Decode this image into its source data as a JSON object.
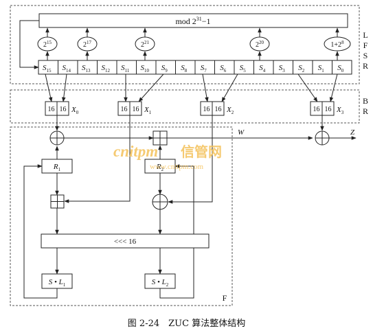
{
  "lfsr": {
    "label_chars": [
      "L",
      "F",
      "S",
      "R"
    ],
    "mod_box": {
      "base": "mod 2",
      "exp": "31",
      "tail": "−1"
    },
    "taps": [
      {
        "base": "2",
        "exp": "15"
      },
      {
        "base": "2",
        "exp": "17"
      },
      {
        "base": "2",
        "exp": "21"
      },
      {
        "base": "2",
        "exp": "20"
      },
      {
        "pre": "1+2",
        "exp": "8"
      }
    ],
    "cells": [
      {
        "name": "S",
        "sub": "15"
      },
      {
        "name": "S",
        "sub": "14"
      },
      {
        "name": "S",
        "sub": "13"
      },
      {
        "name": "S",
        "sub": "12"
      },
      {
        "name": "S",
        "sub": "11"
      },
      {
        "name": "S",
        "sub": "10"
      },
      {
        "name": "S",
        "sub": "9"
      },
      {
        "name": "S",
        "sub": "8"
      },
      {
        "name": "S",
        "sub": "7"
      },
      {
        "name": "S",
        "sub": "6"
      },
      {
        "name": "S",
        "sub": "5"
      },
      {
        "name": "S",
        "sub": "4"
      },
      {
        "name": "S",
        "sub": "3"
      },
      {
        "name": "S",
        "sub": "2"
      },
      {
        "name": "S",
        "sub": "1"
      },
      {
        "name": "S",
        "sub": "0"
      }
    ]
  },
  "br": {
    "label_chars": [
      "B",
      "R"
    ],
    "half_label": "16",
    "outputs": [
      {
        "name": "X",
        "sub": "0"
      },
      {
        "name": "X",
        "sub": "1"
      },
      {
        "name": "X",
        "sub": "2"
      },
      {
        "name": "X",
        "sub": "3"
      }
    ]
  },
  "f": {
    "label": "F",
    "r1": {
      "name": "R",
      "sub": "1"
    },
    "r2": {
      "name": "R",
      "sub": "2"
    },
    "rotate_label": "<<<  16",
    "sl1": {
      "name": "S • L",
      "sub": "1"
    },
    "sl2": {
      "name": "S • L",
      "sub": "2"
    }
  },
  "wire_labels": {
    "w": "W",
    "z": "Z"
  },
  "watermark": {
    "brand": "cnitpm",
    "cn": "信管网",
    "url": "www.cnitpm.com"
  },
  "caption": "图 2-24　ZUC 算法整体结构",
  "colors": {
    "line": "#222222",
    "dashed": "#555555",
    "watermark": "#f4c15a"
  }
}
